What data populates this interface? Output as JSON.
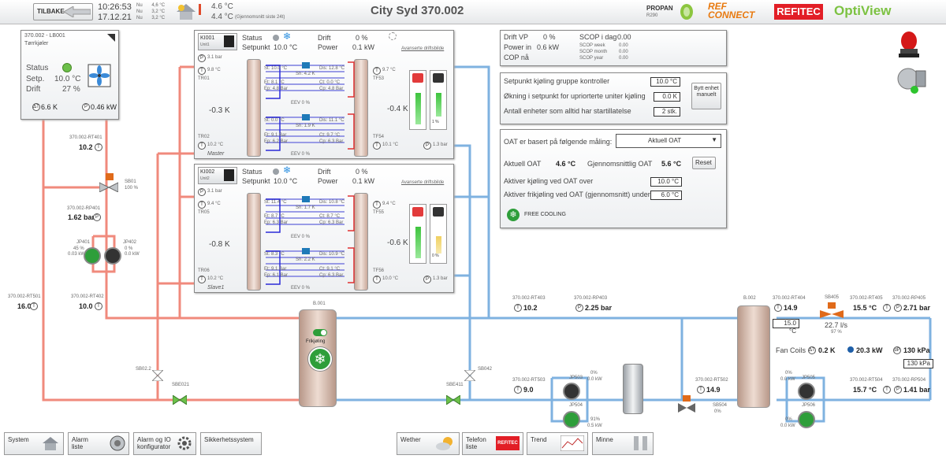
{
  "topbar": {
    "back_label": "TILBAKE",
    "time": "10:26:53",
    "date": "17.12.21",
    "weather_lines": [
      {
        "label": "Nu",
        "value": "4,6 °C"
      },
      {
        "label": "Nu",
        "value": "3,2 °C"
      },
      {
        "label": "Nu",
        "value": "3,2 °C"
      }
    ],
    "outdoor_temp": "4.6 °C",
    "outdoor_avg": "4.4 °C",
    "outdoor_avg_note": "(Gjennomsnitt siste 24t)",
    "title": "City Syd 370.002",
    "propan_label": "PROPAN",
    "propan_sub": "R290",
    "brand_refconnect_1": "REF",
    "brand_refconnect_2": "CONNECT",
    "brand_refitec": "REFITEC",
    "brand_optiview": "OptiView"
  },
  "dry_cooler": {
    "id": "370.002 - LB001",
    "name": "Tørrkjøler",
    "status_label": "Status",
    "setp_label": "Setp.",
    "setp_value": "10.0 °C",
    "drift_label": "Drift",
    "drift_value": "27 %",
    "dt_value": "6.6 K",
    "power_value": "0.46 kW"
  },
  "left_column": {
    "rt401_id": "370.002-RT401",
    "rt401_value": "10.2",
    "sb01_id": "SB01",
    "sb01_value": "100 %",
    "rp401_id": "370.002-RP401",
    "rp401_value": "1.62 bar",
    "jp401_id": "JP401",
    "jp401_pct": "45 %",
    "jp401_kw": "0.03 kW",
    "jp402_id": "JP402",
    "jp402_pct": "0 %",
    "jp402_kw": "0.0 kW",
    "rt402_id": "370.002-RT402",
    "rt402_value": "10.0",
    "rt501_id": "370.002-RT501",
    "rt501_value": "16.0",
    "sb02_id": "SB02.2",
    "sbe21_id": "SBE021"
  },
  "unit1": {
    "id": "KI001",
    "sub": "Unit1",
    "status_label": "Status",
    "setpoint_label": "Setpunkt",
    "setpoint_value": "10.0 °C",
    "drift_label": "Drift",
    "drift_value": "0 %",
    "power_label": "Power",
    "power_value": "0.1 kW",
    "detail_link": "Avanserte driftsbilde",
    "press_top": "3.1 bar",
    "t_top": "9.8 °C",
    "tr_left_label": "TR01",
    "dt_left": "-0.3 K",
    "tr_bottom_label": "TR02",
    "t_bottom": "10.2 °C",
    "role": "Master",
    "st_top": "St: 10.0 °C",
    "sh_top": "Sh: 4.2 K",
    "ep_top1": "Et: 8.1 °C",
    "ep_top2": "Ep: 4.8 Bar",
    "dis_top": "Dis: 12.8 °C",
    "ct_top1": "Ct: 0.0 °C",
    "ct_top2": "Cp: 4.8 Bar",
    "eev_top": "EEV  0 %",
    "st_bot": "St: 0.0 °C",
    "sh_bot": "Sh: 1.9 K",
    "ep_bot1": "Et: 9.1 Bar",
    "ep_bot2": "Ep: 6.2 Bar",
    "dis_bot": "Dis: 11.1 °C",
    "ct_bot1": "Ct: 9.7 °C",
    "ct_bot2": "Cp: 6.3 Bar",
    "eev_bot": "EEV  0 %",
    "right_t_top": "9.7 °C",
    "right_tr_top": "TF53",
    "right_dt": "-0.4 K",
    "right_tr_bot": "TF54",
    "right_t_bot": "10.1 °C",
    "right_press": "1.3 bar",
    "gauge_pct": "1 %"
  },
  "unit2": {
    "id": "KI002",
    "sub": "Unit2",
    "status_label": "Status",
    "setpoint_label": "Setpunkt",
    "setpoint_value": "10.0 °C",
    "drift_label": "Drift",
    "drift_value": "0 %",
    "power_label": "Power",
    "power_value": "0.1 kW",
    "detail_link": "Avanserte driftsbilde",
    "press_top": "3.1 bar",
    "t_top": "9.4 °C",
    "tr_left_label": "TR05",
    "dt_left": "-0.8 K",
    "tr_bottom_label": "TR06",
    "t_bottom": "10.2 °C",
    "role": "Slave1",
    "st_top": "St: 11.4 °C",
    "sh_top": "Sh: 1.7 K",
    "ep_top1": "Et: 8.7 °C",
    "ep_top2": "Ep: 6.3 Bar",
    "dis_top": "Dis: 10.8 °C",
    "ct_top1": "Ct: 8.7 °C",
    "ct_top2": "Cp: 6.3 Bar",
    "eev_top": "EEV  0 %",
    "st_bot": "St: 8.3 °C",
    "sh_bot": "Sh: 2.2 K",
    "ep_bot1": "Et: 9.1 Bar",
    "ep_bot2": "Ep: 6.1 Bar",
    "dis_bot": "Dis: 10.9 °C",
    "ct_bot1": "Ct: 9.1 °C",
    "ct_bot2": "Cp: 6.3 Bar",
    "eev_bot": "EEV  0 %",
    "right_t_top": "9.4 °C",
    "right_tr_top": "TF55",
    "right_dt": "-0.6 K",
    "right_tr_bot": "TF56",
    "right_t_bot": "10.0 °C",
    "right_press": "1.3 bar",
    "gauge_pct": "0 %"
  },
  "drift_panel": {
    "drift_vp_label": "Drift VP",
    "drift_vp_value": "0 %",
    "power_in_label": "Power in",
    "power_in_value": "0.6 kW",
    "cop_label": "COP nå",
    "scop_label": "SCOP i dag",
    "scop_value": "0.00",
    "scop_week_label": "SCOP week",
    "scop_week_value": "0.00",
    "scop_month_label": "SCOP month",
    "scop_month_value": "0.00",
    "scop_year_label": "SCOP year",
    "scop_year_value": "0.00"
  },
  "setpoint_panel": {
    "row1_label": "Setpunkt kjøling gruppe kontroller",
    "row1_value": "10.0 °C",
    "row2_label": "Økning i setpunkt for upriorterte uniter kjøling",
    "row2_value": "0.0 K",
    "row3_label": "Antall enheter som alltid har startillatelse",
    "row3_value": "2 stk.",
    "swap_button": "Bytt enhet manuelt"
  },
  "oat_panel": {
    "basis_label": "OAT er basert på følgende måling:",
    "basis_selected": "Aktuell OAT",
    "actual_label": "Aktuell OAT",
    "actual_value": "4.6 °C",
    "avg_label": "Gjennomsnittlig OAT",
    "avg_value": "5.6 °C",
    "reset_button": "Reset",
    "cool_over_label": "Aktiver kjøling ved OAT over",
    "cool_over_value": "10.0 °C",
    "free_under_label": "Aktiver frikjøling ved OAT (gjennomsnitt) under",
    "free_under_value": "6.0 °C",
    "free_cooling_label": "FREE COOLING"
  },
  "middle_row": {
    "b001_id": "B.001",
    "frikjoling_label": "Frikjøling",
    "rt403_id": "370.002-RT403",
    "rt403_value": "10.2",
    "rp403_id": "370.002-RP403",
    "rp403_value": "2.25 bar",
    "sb042_id": "SB042",
    "sbe411_id": "SBE411",
    "rt503_id": "370.002-RT503",
    "rt503_value": "9.0",
    "jp503_id": "JP503",
    "jp503_pct": "0%",
    "jp503_kw": "0.0 kW",
    "jp504_id": "JP504",
    "jp504_pct": "91%",
    "jp504_kw": "0.5 kW"
  },
  "right_side": {
    "b002_id": "B.002",
    "rt404_id": "370.002-RT404",
    "rt404_value": "14.9",
    "setbox_value": "15.0 °C",
    "sb405_id": "SB405",
    "flow_value": "22.7 l/s",
    "flow_pct": "97 %",
    "rt405_id": "370.002-RT405",
    "rt405_value": "15.5 °C",
    "rp405_id": "370.002-RP405",
    "rp405_value": "2.71 bar",
    "fancoils_label": "Fan Coils",
    "fc_dt": "0.2 K",
    "fc_kw": "20.3 kW",
    "fc_kpa": "130 kPa",
    "fc_kpa_box": "130 kPa",
    "rt502_id": "370.002-RT502",
    "rt502_value": "14.9",
    "sb504_id": "SB504",
    "sb504_value": "0%",
    "jp505_id": "JP505",
    "jp505_pct": "0%",
    "jp505_kw": "0.0 kW",
    "jp506_id": "JP506",
    "jp506_pct": "0%",
    "jp506_kw": "0.0 kW",
    "rt504_id": "370.002-RT504",
    "rt504_value": "15.7 °C",
    "rp504_id": "370.002-RP504",
    "rp504_value": "1.41 bar"
  },
  "footer": {
    "system": "System",
    "alarm_1": "Alarm",
    "alarm_2": "liste",
    "alarmio_1": "Alarm og IO",
    "alarmio_2": "konfigurator",
    "safety": "Sikkerhetssystem",
    "weather": "Wether",
    "phone_1": "Telefon",
    "phone_2": "liste",
    "trend": "Trend",
    "minne": "Minne"
  },
  "colors": {
    "hot_pipe": "#f08a7c",
    "cold_pipe": "#7fb2e0",
    "active_green": "#2e9e3a",
    "freeze_blue": "#2b8fe0"
  }
}
